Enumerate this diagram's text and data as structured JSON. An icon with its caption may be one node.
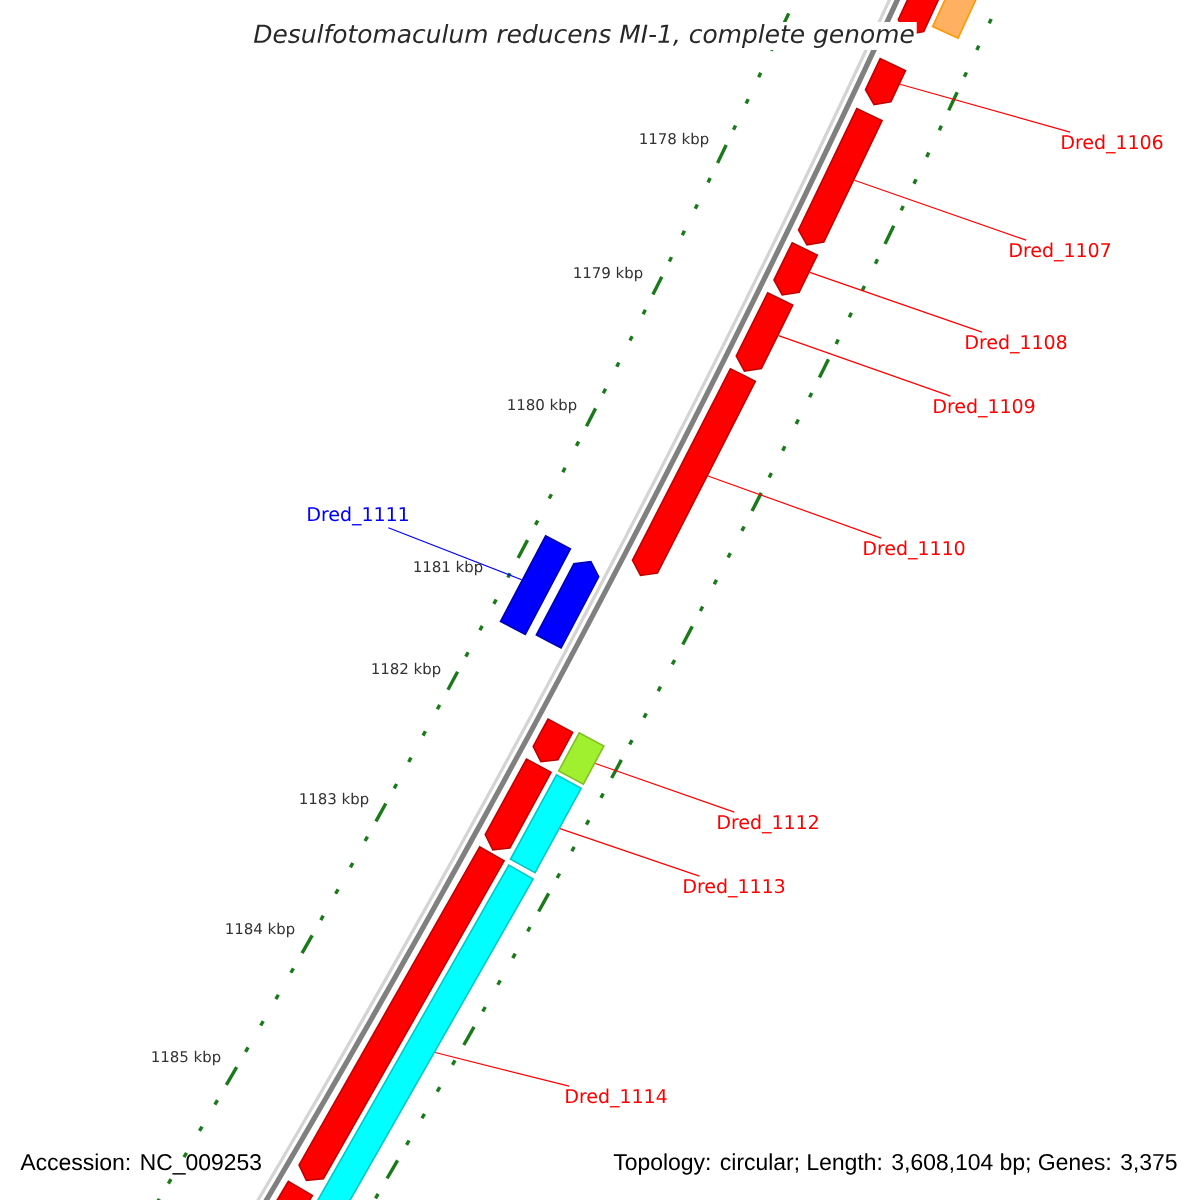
{
  "diagram": {
    "title": "Desulfotomaculum reducens MI-1, complete genome",
    "nodes": [
      {
        "text": [],
        "shape": "pentagon"
      },
      {
        "text": [],
        "shape": "box"
      },
      {
        "text": [],
        "shape": "pentagon"
      },
      {
        "text": [],
        "shape": "pentagon"
      },
      {
        "text": [],
        "shape": "pentagon"
      },
      {
        "text": [],
        "shape": "pentagon"
      },
      {
        "text": [],
        "shape": "pentagon"
      },
      {
        "text": [],
        "shape": "box"
      },
      {
        "text": [],
        "shape": "pentagon"
      },
      {
        "text": [],
        "shape": "pentagon"
      },
      {
        "text": [],
        "shape": "box"
      },
      {
        "text": [],
        "shape": "pentagon"
      },
      {
        "text": [],
        "shape": "box"
      },
      {
        "text": [],
        "shape": "pentagon"
      },
      {
        "text": [],
        "shape": "box"
      },
      {
        "text": [],
        "shape": "pentagon"
      },
      {
        "text": [
          "Dred_1106"
        ]
      },
      {
        "text": [
          "Dred_1107"
        ]
      },
      {
        "text": [
          "Dred_1108"
        ]
      },
      {
        "text": [
          "Dred_1109"
        ]
      },
      {
        "text": [
          "Dred_1110"
        ]
      },
      {
        "text": [
          "Dred_1111"
        ]
      },
      {
        "text": [
          "Dred_1112"
        ]
      },
      {
        "text": [
          "Dred_1113"
        ]
      },
      {
        "text": [
          "Dred_1114"
        ]
      }
    ],
    "edges": [
      {
        "from": 16,
        "to": 2,
        "arrow": "none"
      },
      {
        "from": 17,
        "to": 3,
        "arrow": "none"
      },
      {
        "from": 18,
        "to": 4,
        "arrow": "none"
      },
      {
        "from": 19,
        "to": 5,
        "arrow": "none"
      },
      {
        "from": 20,
        "to": 6,
        "arrow": "none"
      },
      {
        "from": 21,
        "to": 7,
        "arrow": "none",
        "color": "#0000ff"
      },
      {
        "from": 22,
        "to": 10,
        "arrow": "none"
      },
      {
        "from": 23,
        "to": 12,
        "arrow": "none"
      },
      {
        "from": 24,
        "to": 14,
        "arrow": "none"
      }
    ],
    "labels": [
      "1178 kbp",
      "1179 kbp",
      "1180 kbp",
      "1181 kbp",
      "1182 kbp",
      "1183 kbp",
      "1184 kbp",
      "1185 kbp",
      "Accession: NC_009253",
      "Topology: circular; Length: 3,608,104 bp; Genes: 3,375"
    ]
  }
}
